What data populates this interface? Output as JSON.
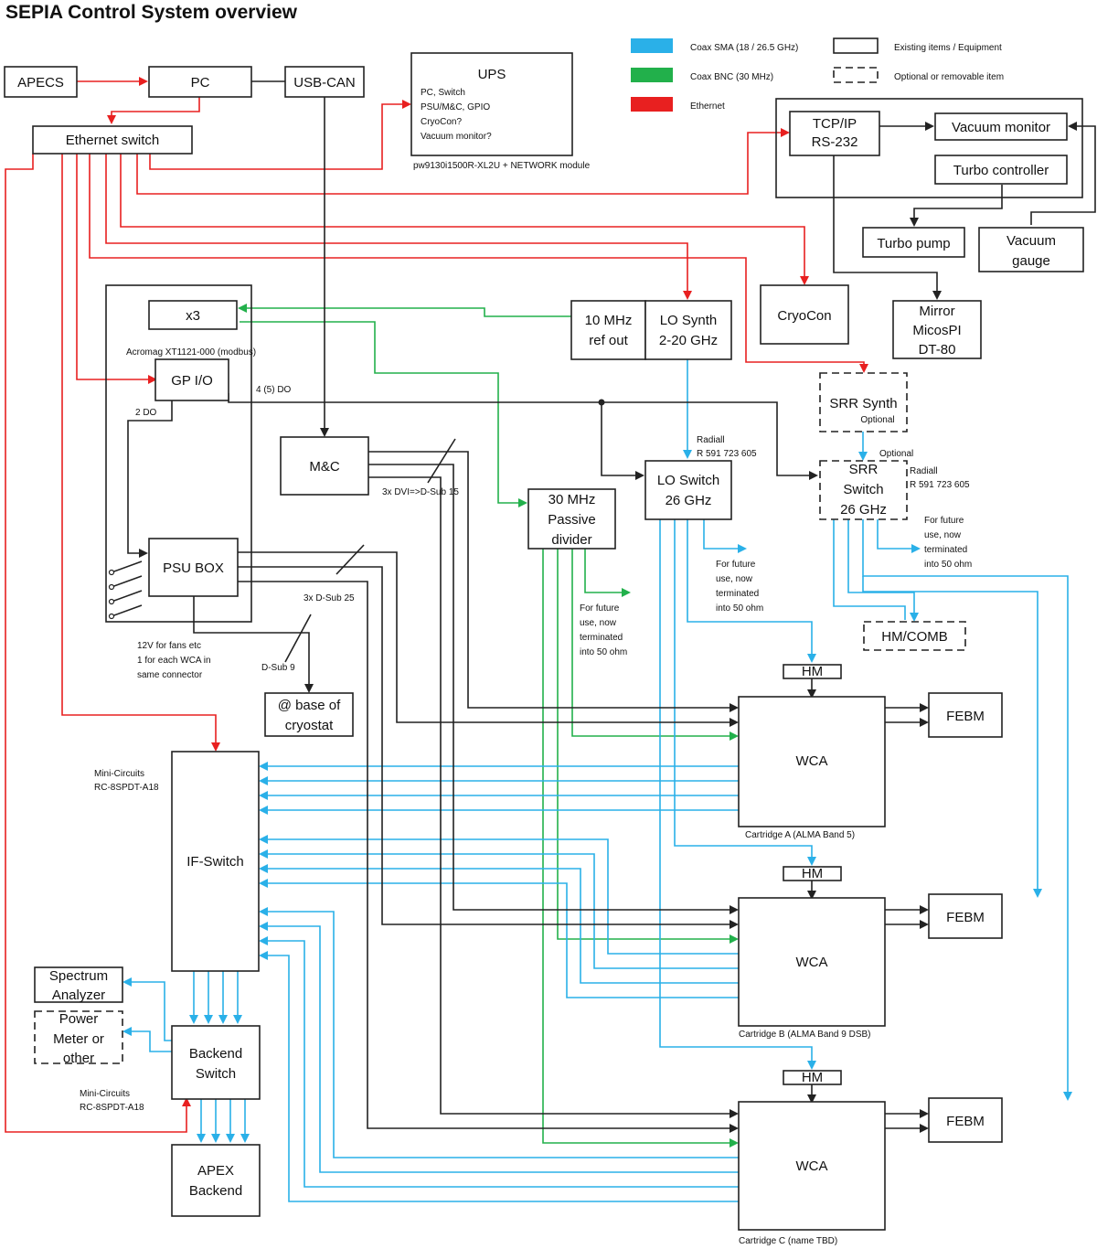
{
  "title": "SEPIA Control System overview",
  "colors": {
    "sma": "#2ab0e8",
    "bnc": "#22b04b",
    "ethernet": "#e82020",
    "control": "#222222"
  },
  "legend": {
    "sma": "Coax SMA (18 / 26.5 GHz)",
    "bnc": "Coax BNC (30 MHz)",
    "ethernet": "Ethernet",
    "existing": "Existing items / Equipment",
    "optional": "Optional or removable item"
  },
  "boxes": {
    "apecs": "APECS",
    "pc": "PC",
    "usb_can": "USB-CAN",
    "ethernet_switch": "Ethernet switch",
    "ups": {
      "title": "UPS",
      "lines": [
        "PC, Switch",
        "PSU/M&C, GPIO",
        "CryoCon?",
        "Vacuum monitor?"
      ],
      "caption": "pw9130i1500R-XL2U + NETWORK module"
    },
    "tcpip": [
      "TCP/IP",
      "RS-232"
    ],
    "vacuum_monitor": "Vacuum monitor",
    "turbo_controller": "Turbo controller",
    "turbo_pump": "Turbo pump",
    "vacuum_gauge": [
      "Vacuum",
      "gauge"
    ],
    "cryocon": "CryoCon",
    "mirror": [
      "Mirror",
      "MicosPI",
      "DT-80"
    ],
    "x3": "x3",
    "acromag": "Acromag XT1121-000 (modbus)",
    "gpio": "GP I/O",
    "ten_mhz": [
      "10 MHz",
      "ref out"
    ],
    "lo_synth": [
      "LO Synth",
      "2-20 GHz"
    ],
    "srr_synth": [
      "SRR Synth",
      "Optional"
    ],
    "mc": "M&C",
    "passive_divider": [
      "30 MHz",
      "Passive",
      "divider"
    ],
    "lo_switch": [
      "LO Switch",
      "26 GHz"
    ],
    "srr_switch": [
      "SRR",
      "Switch",
      "26 GHz"
    ],
    "psu_box": "PSU BOX",
    "hm_comb": "HM/COMB",
    "base_cryostat": [
      "@ base of",
      "cryostat"
    ],
    "hm": [
      "HM",
      "HM",
      "HM"
    ],
    "wca": [
      "WCA",
      "WCA",
      "WCA"
    ],
    "febm": [
      "FEBM",
      "FEBM",
      "FEBM"
    ],
    "cartridge_captions": [
      "Cartridge A (ALMA Band 5)",
      "Cartridge B (ALMA Band 9 DSB)",
      "Cartridge C (name TBD)"
    ],
    "if_switch": "IF-Switch",
    "spectrum_analyzer": [
      "Spectrum",
      "Analyzer"
    ],
    "power_meter": [
      "Power",
      "Meter or",
      "other"
    ],
    "backend_switch": [
      "Backend",
      "Switch"
    ],
    "apex_backend": [
      "APEX",
      "Backend"
    ]
  },
  "annotations": {
    "gpio_do_4": "4 (5) DO",
    "gpio_do_2": "2 DO",
    "dvi": "3x DVI=>D-Sub 15",
    "dsub25": "3x D-Sub 25",
    "dsub9": "D-Sub 9",
    "psu_note": [
      "12V for fans etc",
      "1 for each WCA in",
      "same connector"
    ],
    "radiall_lo": [
      "Radiall",
      "R 591 723 605"
    ],
    "radiall_srr": [
      "Radiall",
      "R 591 723 605"
    ],
    "optional_srr": "Optional",
    "future_lo": [
      "For future",
      "use, now",
      "terminated",
      "into 50 ohm"
    ],
    "future_divider": [
      "For future",
      "use, now",
      "terminated",
      "into 50 ohm"
    ],
    "future_srr": [
      "For future",
      "use, now",
      "terminated",
      "into 50 ohm"
    ],
    "minicircuits_if": [
      "Mini-Circuits",
      "RC-8SPDT-A18"
    ],
    "minicircuits_backend": [
      "Mini-Circuits",
      "RC-8SPDT-A18"
    ]
  }
}
